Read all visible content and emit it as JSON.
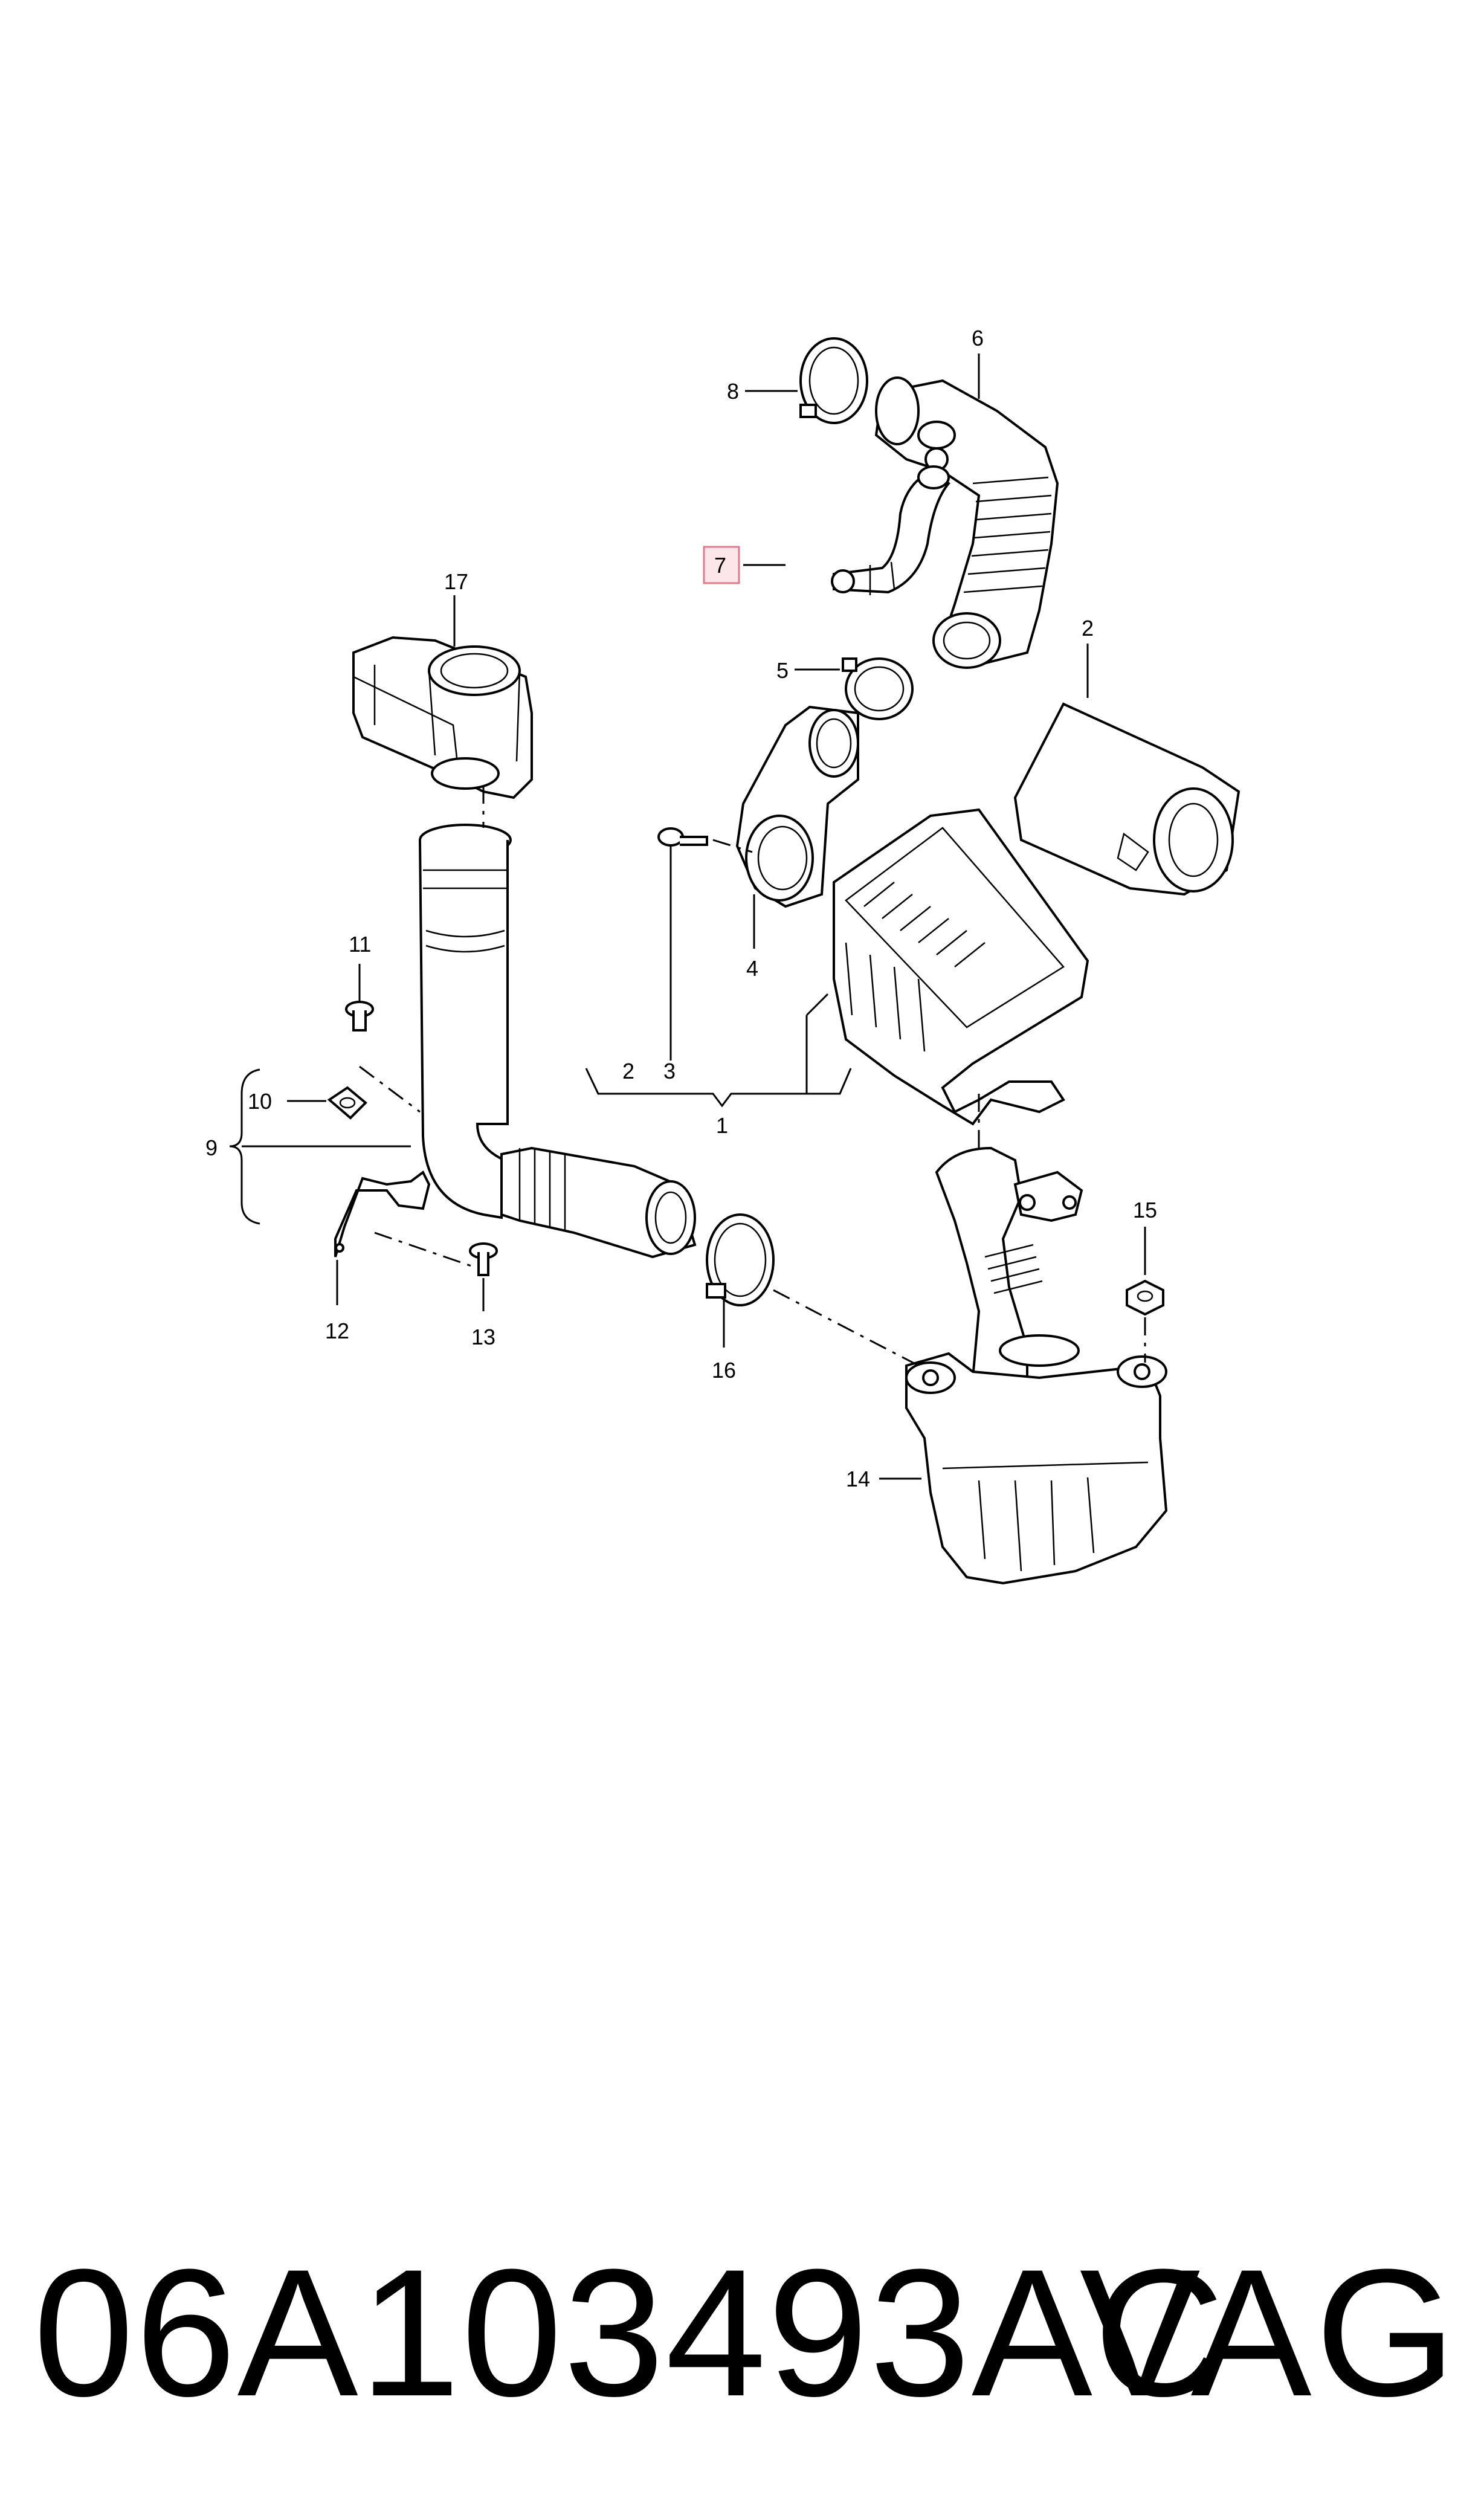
{
  "callouts": {
    "c1": "1",
    "c2": "2",
    "c2b": "2",
    "c3": "3",
    "c4": "4",
    "c5": "5",
    "c6": "6",
    "c7": "7",
    "c8": "8",
    "c9": "9",
    "c10": "10",
    "c11": "11",
    "c12": "12",
    "c13": "13",
    "c14": "14",
    "c15": "15",
    "c16": "16",
    "c17": "17"
  },
  "highlighted_callout": "7",
  "footer": {
    "part_number": "06A103493AC",
    "brand": "VAG"
  }
}
